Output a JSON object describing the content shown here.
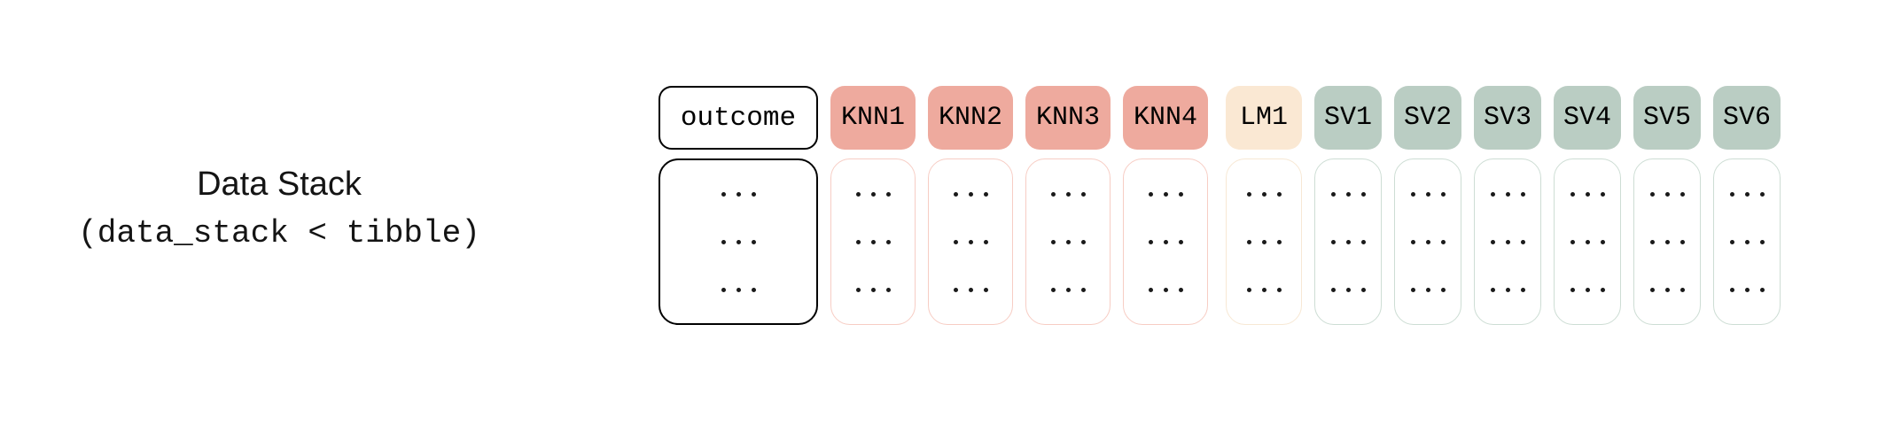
{
  "figure": {
    "title": "Data Stack",
    "subtitle_code": "(data_stack < tibble)"
  },
  "colors": {
    "text": "#141414",
    "outcome_border": "#000000",
    "knn_fill": "#eeaa9e",
    "knn_body_border": "#f7cdc4",
    "lm_fill": "#fae8d3",
    "lm_body_border": "#f7e8d4",
    "sv_fill": "#bacdc3",
    "sv_body_border": "#cdddd4",
    "dot": "#1a1a1a"
  },
  "stack_table": {
    "columns": [
      {
        "id": "outcome",
        "label": "outcome",
        "group": "outcome",
        "rows": [
          "...",
          "...",
          "..."
        ]
      },
      {
        "id": "knn1",
        "label": "KNN1",
        "group": "knn",
        "rows": [
          "...",
          "...",
          "..."
        ]
      },
      {
        "id": "knn2",
        "label": "KNN2",
        "group": "knn",
        "rows": [
          "...",
          "...",
          "..."
        ]
      },
      {
        "id": "knn3",
        "label": "KNN3",
        "group": "knn",
        "rows": [
          "...",
          "...",
          "..."
        ]
      },
      {
        "id": "knn4",
        "label": "KNN4",
        "group": "knn",
        "rows": [
          "...",
          "...",
          "..."
        ]
      },
      {
        "id": "lm1",
        "label": "LM1",
        "group": "lm",
        "rows": [
          "...",
          "...",
          "..."
        ]
      },
      {
        "id": "sv1",
        "label": "SV1",
        "group": "sv",
        "rows": [
          "...",
          "...",
          "..."
        ]
      },
      {
        "id": "sv2",
        "label": "SV2",
        "group": "sv",
        "rows": [
          "...",
          "...",
          "..."
        ]
      },
      {
        "id": "sv3",
        "label": "SV3",
        "group": "sv",
        "rows": [
          "...",
          "...",
          "..."
        ]
      },
      {
        "id": "sv4",
        "label": "SV4",
        "group": "sv",
        "rows": [
          "...",
          "...",
          "..."
        ]
      },
      {
        "id": "sv5",
        "label": "SV5",
        "group": "sv",
        "rows": [
          "...",
          "...",
          "..."
        ]
      },
      {
        "id": "sv6",
        "label": "SV6",
        "group": "sv",
        "rows": [
          "...",
          "...",
          "..."
        ]
      }
    ]
  }
}
